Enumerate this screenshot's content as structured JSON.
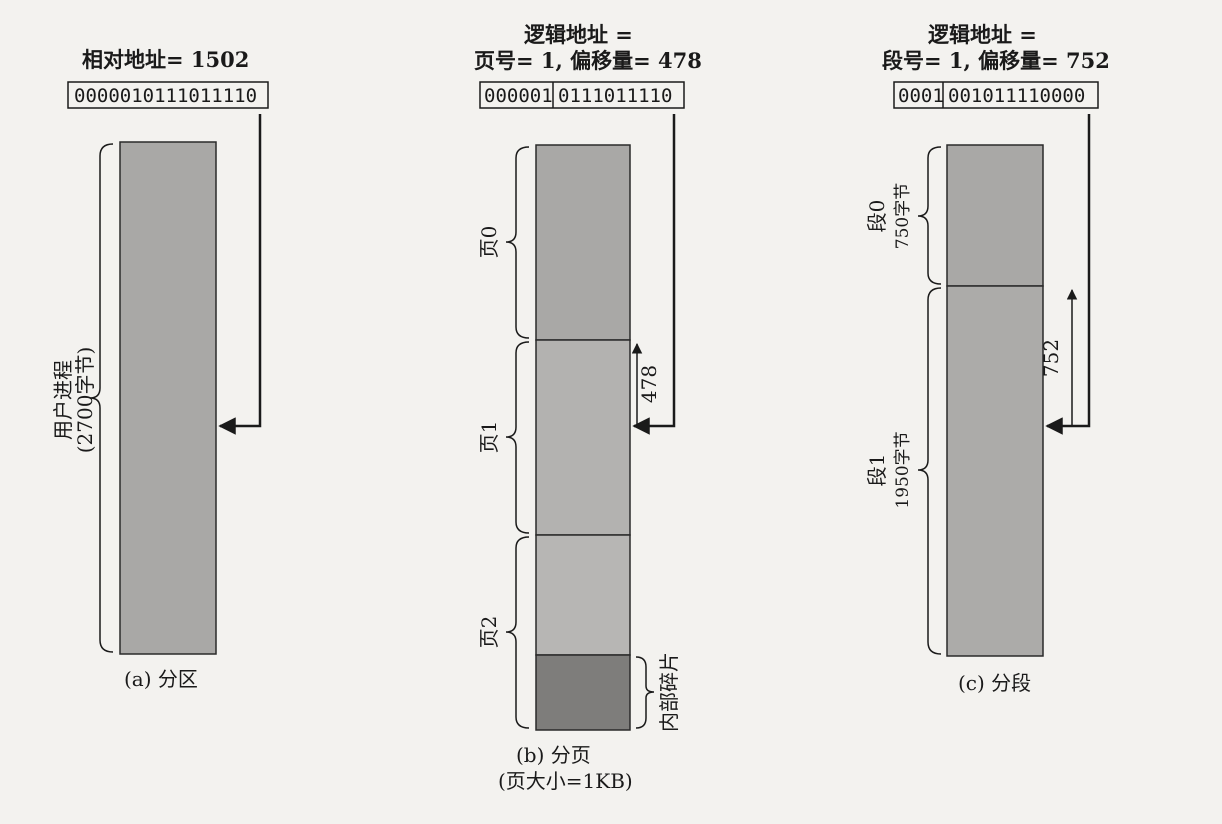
{
  "panel_a": {
    "header": "相对地址= 1502",
    "address_bits": "0000010111011110",
    "region_label": "用户进程",
    "region_size": "(2700字节)",
    "caption": "(a) 分区"
  },
  "panel_b": {
    "header_line1": "逻辑地址 =",
    "header_line2": "页号= 1, 偏移量= 478",
    "address_page_bits": "000001",
    "address_offset_bits": "0111011110",
    "page0_label": "页0",
    "page1_label": "页1",
    "page2_label": "页2",
    "offset_label": "478",
    "fragment_label": "内部碎片",
    "caption_line1": "(b) 分页",
    "caption_line2": "(页大小=1KB)"
  },
  "panel_c": {
    "header_line1": "逻辑地址 =",
    "header_line2": "段号= 1, 偏移量= 752",
    "address_segment_bits": "0001",
    "address_offset_bits": "001011110000",
    "segment0_label": "段0",
    "segment0_size": "750字节",
    "segment1_label": "段1",
    "segment1_size": "1950字节",
    "offset_label": "752",
    "caption": "(c) 分段"
  }
}
